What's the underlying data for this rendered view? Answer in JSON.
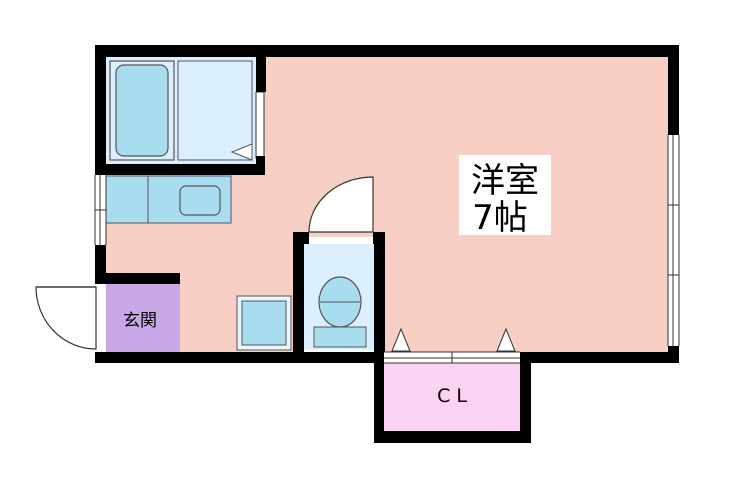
{
  "room": {
    "name": "洋室",
    "size": "7帖"
  },
  "entrance": {
    "label": "玄関"
  },
  "closet": {
    "label": "CL"
  },
  "colors": {
    "room_fill": "#f7cfc4",
    "bath_fill": "#dcefff",
    "fixture_fill": "#a8ddf0",
    "entrance_fill": "#c9a8e8",
    "closet_fill": "#fbd3f2",
    "wall": "#000000"
  }
}
